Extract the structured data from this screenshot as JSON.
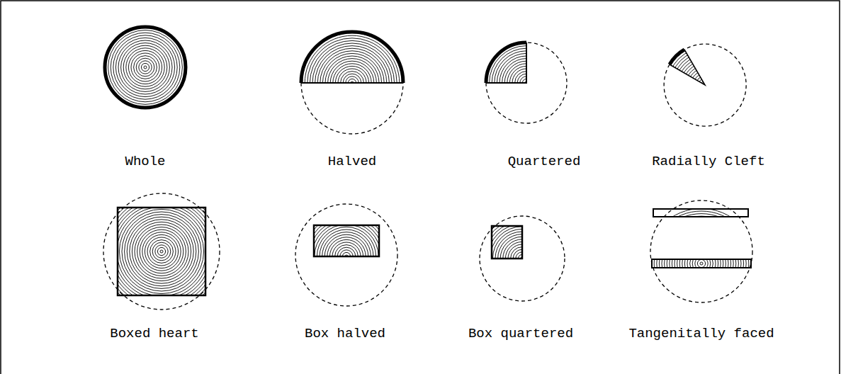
{
  "diagram": {
    "labels": [
      "Whole",
      "Halved",
      "Quartered",
      "Radially Cleft",
      "Boxed heart",
      "Box halved",
      "Box quartered",
      "Tangenitally faced"
    ]
  }
}
